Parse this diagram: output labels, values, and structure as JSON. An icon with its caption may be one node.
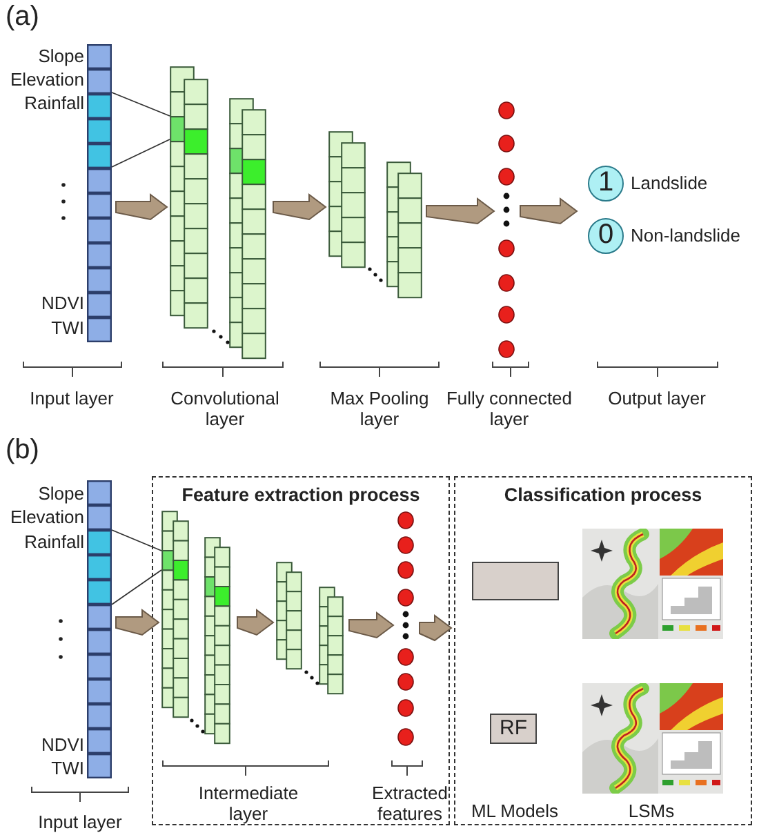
{
  "diagram": {
    "nodes": [
      {
        "text": [],
        "shape": "bar",
        "beside": [
          "Slope",
          "Elevation",
          "Rainfall",
          "NDVI",
          "TWI"
        ]
      },
      {
        "text": [],
        "shape": "box"
      },
      {
        "text": [],
        "shape": "box"
      },
      {
        "text": [],
        "shape": "circle"
      },
      {
        "text": [
          "1"
        ],
        "beside": [
          "Landslide"
        ]
      },
      {
        "text": [
          "0"
        ],
        "beside": [
          "Non-landslide"
        ]
      },
      {
        "text": [],
        "shape": "bar",
        "beside": [
          "Slope",
          "Elevation",
          "Rainfall",
          "NDVI",
          "TWI"
        ]
      },
      {
        "text": [
          "Feature extraction process"
        ]
      },
      {
        "text": [],
        "shape": "box",
        "in": 7
      },
      {
        "text": [],
        "shape": "box",
        "in": 7
      },
      {
        "text": [],
        "shape": "circle",
        "in": 7
      },
      {
        "text": [
          "Classification process"
        ]
      },
      {
        "text": [],
        "shape": "box",
        "in": 11
      },
      {
        "text": [
          "RF"
        ],
        "in": 11
      },
      {
        "text": [],
        "shape": "picture",
        "in": 11
      },
      {
        "text": [],
        "shape": "picture",
        "in": 11
      }
    ],
    "edges": [
      {
        "from": 0,
        "to": 1,
        "arrow": "to"
      },
      {
        "from": 0,
        "to": 1,
        "arrow": "none"
      },
      {
        "from": 0,
        "to": 1,
        "arrow": "none"
      },
      {
        "from": 1,
        "to": 2,
        "arrow": "to"
      },
      {
        "from": 2,
        "to": 3,
        "arrow": "to"
      },
      {
        "from": 3,
        "to": null,
        "arrow": "to"
      },
      {
        "from": 6,
        "to": 8,
        "arrow": "to"
      },
      {
        "from": 6,
        "to": 8,
        "arrow": "none"
      },
      {
        "from": 6,
        "to": 8,
        "arrow": "none"
      },
      {
        "from": 8,
        "to": 9,
        "arrow": "to"
      },
      {
        "from": 9,
        "to": 10,
        "arrow": "to"
      },
      {
        "from": 10,
        "to": 11,
        "arrow": "to"
      }
    ],
    "labels": [
      "(a)",
      "Input layer",
      "Convolutional layer",
      "Max Pooling layer",
      "Fully connected layer",
      "Output layer",
      "(b)",
      "Input layer",
      "Intermediate layer",
      "Extracted features",
      "ML Models",
      "LSMs"
    ]
  }
}
